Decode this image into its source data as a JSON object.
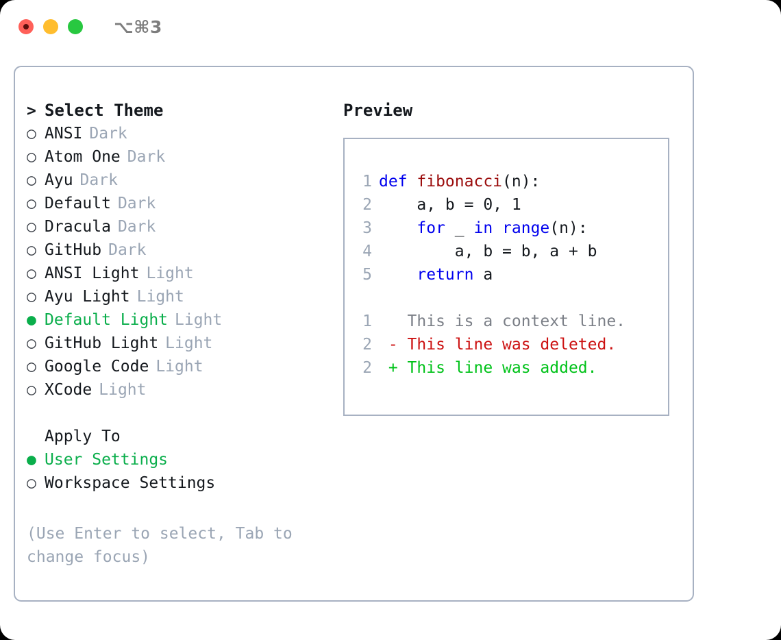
{
  "titlebar": {
    "label": "⌥⌘3",
    "buttons": [
      {
        "name": "close",
        "color": "#ff6059"
      },
      {
        "name": "minimize",
        "color": "#ffbd2e"
      },
      {
        "name": "maximize",
        "color": "#28c840"
      }
    ]
  },
  "colors": {
    "accent_green": "#0aae4b",
    "border": "#a7b1c2",
    "muted": "#9aa5b4",
    "text": "#14181d",
    "keyword_blue": "#0000ee",
    "function_red": "#9b0d0d",
    "diff_add": "#00c219",
    "diff_del": "#cc1111",
    "diff_ctx": "#7b7f87"
  },
  "theme_section": {
    "caret": ">",
    "title": "Select Theme",
    "marker_selected": "●",
    "marker_unselected": "○",
    "items": [
      {
        "label": "ANSI",
        "tag": "Dark",
        "selected": false
      },
      {
        "label": "Atom One",
        "tag": "Dark",
        "selected": false
      },
      {
        "label": "Ayu",
        "tag": "Dark",
        "selected": false
      },
      {
        "label": "Default",
        "tag": "Dark",
        "selected": false
      },
      {
        "label": "Dracula",
        "tag": "Dark",
        "selected": false
      },
      {
        "label": "GitHub",
        "tag": "Dark",
        "selected": false
      },
      {
        "label": "ANSI Light",
        "tag": "Light",
        "selected": false
      },
      {
        "label": "Ayu Light",
        "tag": "Light",
        "selected": false
      },
      {
        "label": "Default Light",
        "tag": "Light",
        "selected": true
      },
      {
        "label": "GitHub Light",
        "tag": "Light",
        "selected": false
      },
      {
        "label": "Google Code",
        "tag": "Light",
        "selected": false
      },
      {
        "label": "XCode",
        "tag": "Light",
        "selected": false
      }
    ]
  },
  "apply_section": {
    "title": "Apply To",
    "items": [
      {
        "label": "User Settings",
        "selected": true
      },
      {
        "label": "Workspace Settings",
        "selected": false
      }
    ]
  },
  "hint": {
    "line1": "(Use Enter to select, Tab to",
    "line2": "change focus)"
  },
  "preview": {
    "title": "Preview",
    "code_lines": [
      {
        "lineno": "1",
        "tokens": [
          {
            "text": "def ",
            "kind": "kw"
          },
          {
            "text": "fibonacci",
            "kind": "fn"
          },
          {
            "text": "(n):",
            "kind": "plain"
          }
        ]
      },
      {
        "lineno": "2",
        "tokens": [
          {
            "text": "    a, b = 0, 1",
            "kind": "plain"
          }
        ]
      },
      {
        "lineno": "3",
        "tokens": [
          {
            "text": "    ",
            "kind": "plain"
          },
          {
            "text": "for",
            "kind": "kw"
          },
          {
            "text": " _ ",
            "kind": "plain"
          },
          {
            "text": "in",
            "kind": "kw"
          },
          {
            "text": " ",
            "kind": "plain"
          },
          {
            "text": "range",
            "kind": "kw"
          },
          {
            "text": "(n):",
            "kind": "plain"
          }
        ]
      },
      {
        "lineno": "4",
        "tokens": [
          {
            "text": "        a, b = b, a + b",
            "kind": "plain"
          }
        ]
      },
      {
        "lineno": "5",
        "tokens": [
          {
            "text": "    ",
            "kind": "plain"
          },
          {
            "text": "return",
            "kind": "kw"
          },
          {
            "text": " a",
            "kind": "plain"
          }
        ]
      }
    ],
    "diff_lines": [
      {
        "lineno": "1",
        "sign": " ",
        "text": "This is a context line.",
        "kind": "ctx"
      },
      {
        "lineno": "2",
        "sign": "-",
        "text": "This line was deleted.",
        "kind": "del"
      },
      {
        "lineno": "2",
        "sign": "+",
        "text": "This line was added.",
        "kind": "add"
      }
    ]
  }
}
